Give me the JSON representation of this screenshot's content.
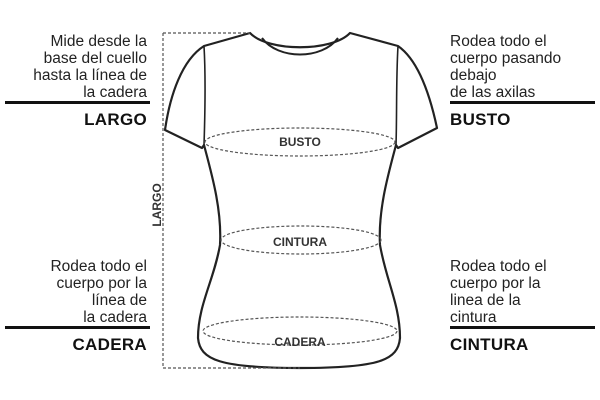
{
  "sections": {
    "largo": {
      "description": "Mide desde la\nbase del cuello\nhasta la línea de\nla cadera",
      "heading": "LARGO"
    },
    "busto": {
      "description": "Rodea todo el\ncuerpo pasando\ndebajo\nde las axilas",
      "heading": "BUSTO"
    },
    "cadera": {
      "description": "Rodea todo  el\ncuerpo por la\nlínea de\nla cadera",
      "heading": "CADERA"
    },
    "cintura": {
      "description": "Rodea todo el\ncuerpo por la\nlinea de la\ncintura",
      "heading": "CINTURA"
    }
  },
  "diagram": {
    "busto_label": "BUSTO",
    "cintura_label": "CINTURA",
    "cadera_label": "CADERA",
    "largo_label": "LARGO"
  },
  "colors": {
    "outline": "#222222",
    "dashed": "#555555",
    "text": "#111111"
  }
}
